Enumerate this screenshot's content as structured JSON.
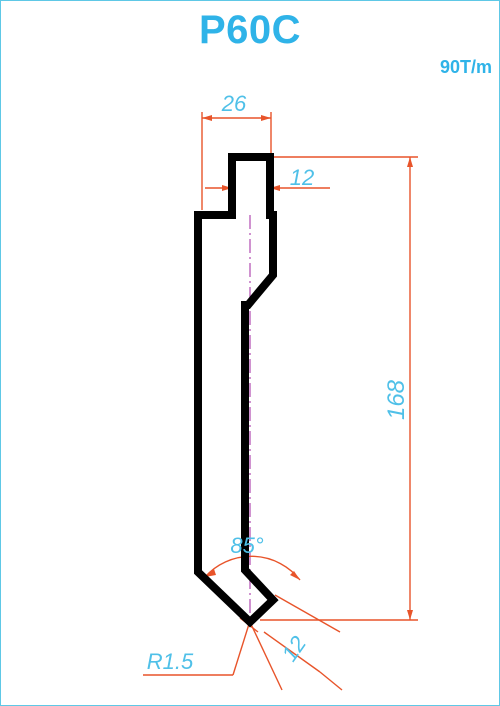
{
  "title": "P60C",
  "capacity": "90T/m",
  "dimensions": {
    "top_width": "26",
    "tang_width": "12",
    "height": "168",
    "angle": "85°",
    "radius": "R1.5",
    "tip_width": "12"
  },
  "colors": {
    "title": "#2fb3e8",
    "dimension_text": "#4fc0e8",
    "dimension_lines": "#e8542a",
    "profile": "#000000",
    "centerline": "#b04ab0",
    "border": "#5ec8e6"
  }
}
